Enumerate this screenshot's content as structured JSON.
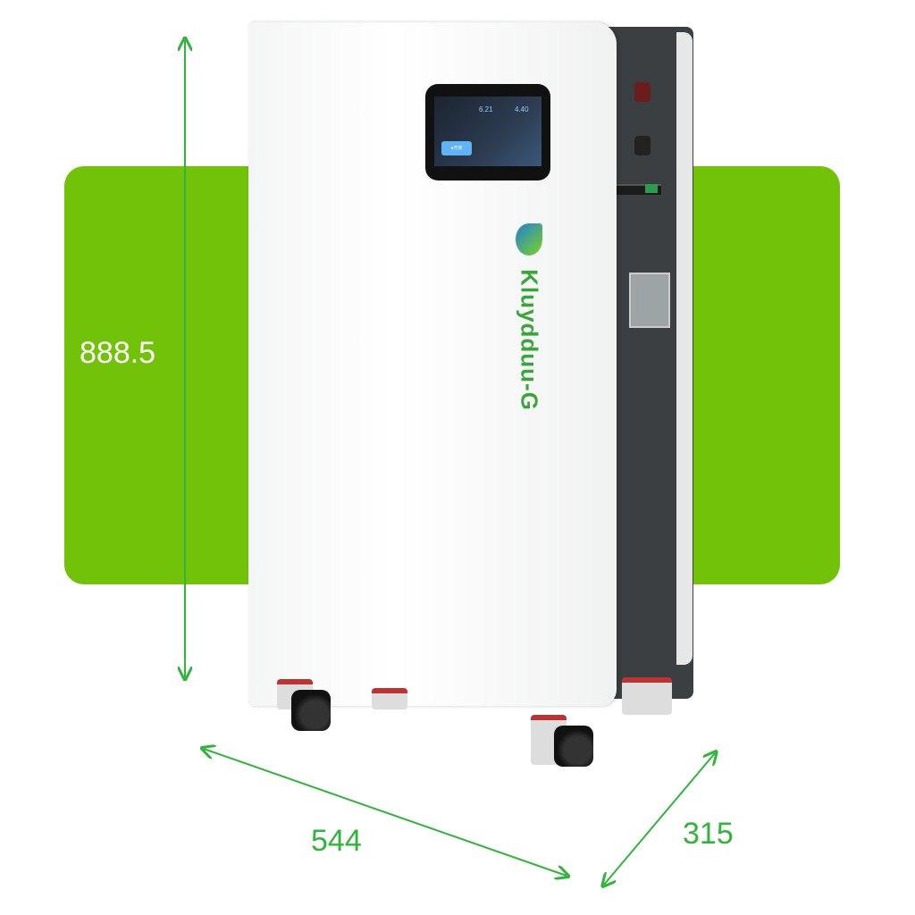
{
  "dimensions": {
    "height": "888.5",
    "width": "544",
    "depth": "315"
  },
  "brand": {
    "logo_text": "Kluydduu-G"
  },
  "screen": {
    "button_label": "●开启",
    "readout_1": "6.21",
    "readout_2": "4.40"
  },
  "colors": {
    "background_panel": "#72c20a",
    "dimension_lines": "#2fb53a",
    "cabinet": "#ffffff",
    "side_panel": "#3b3f41"
  }
}
